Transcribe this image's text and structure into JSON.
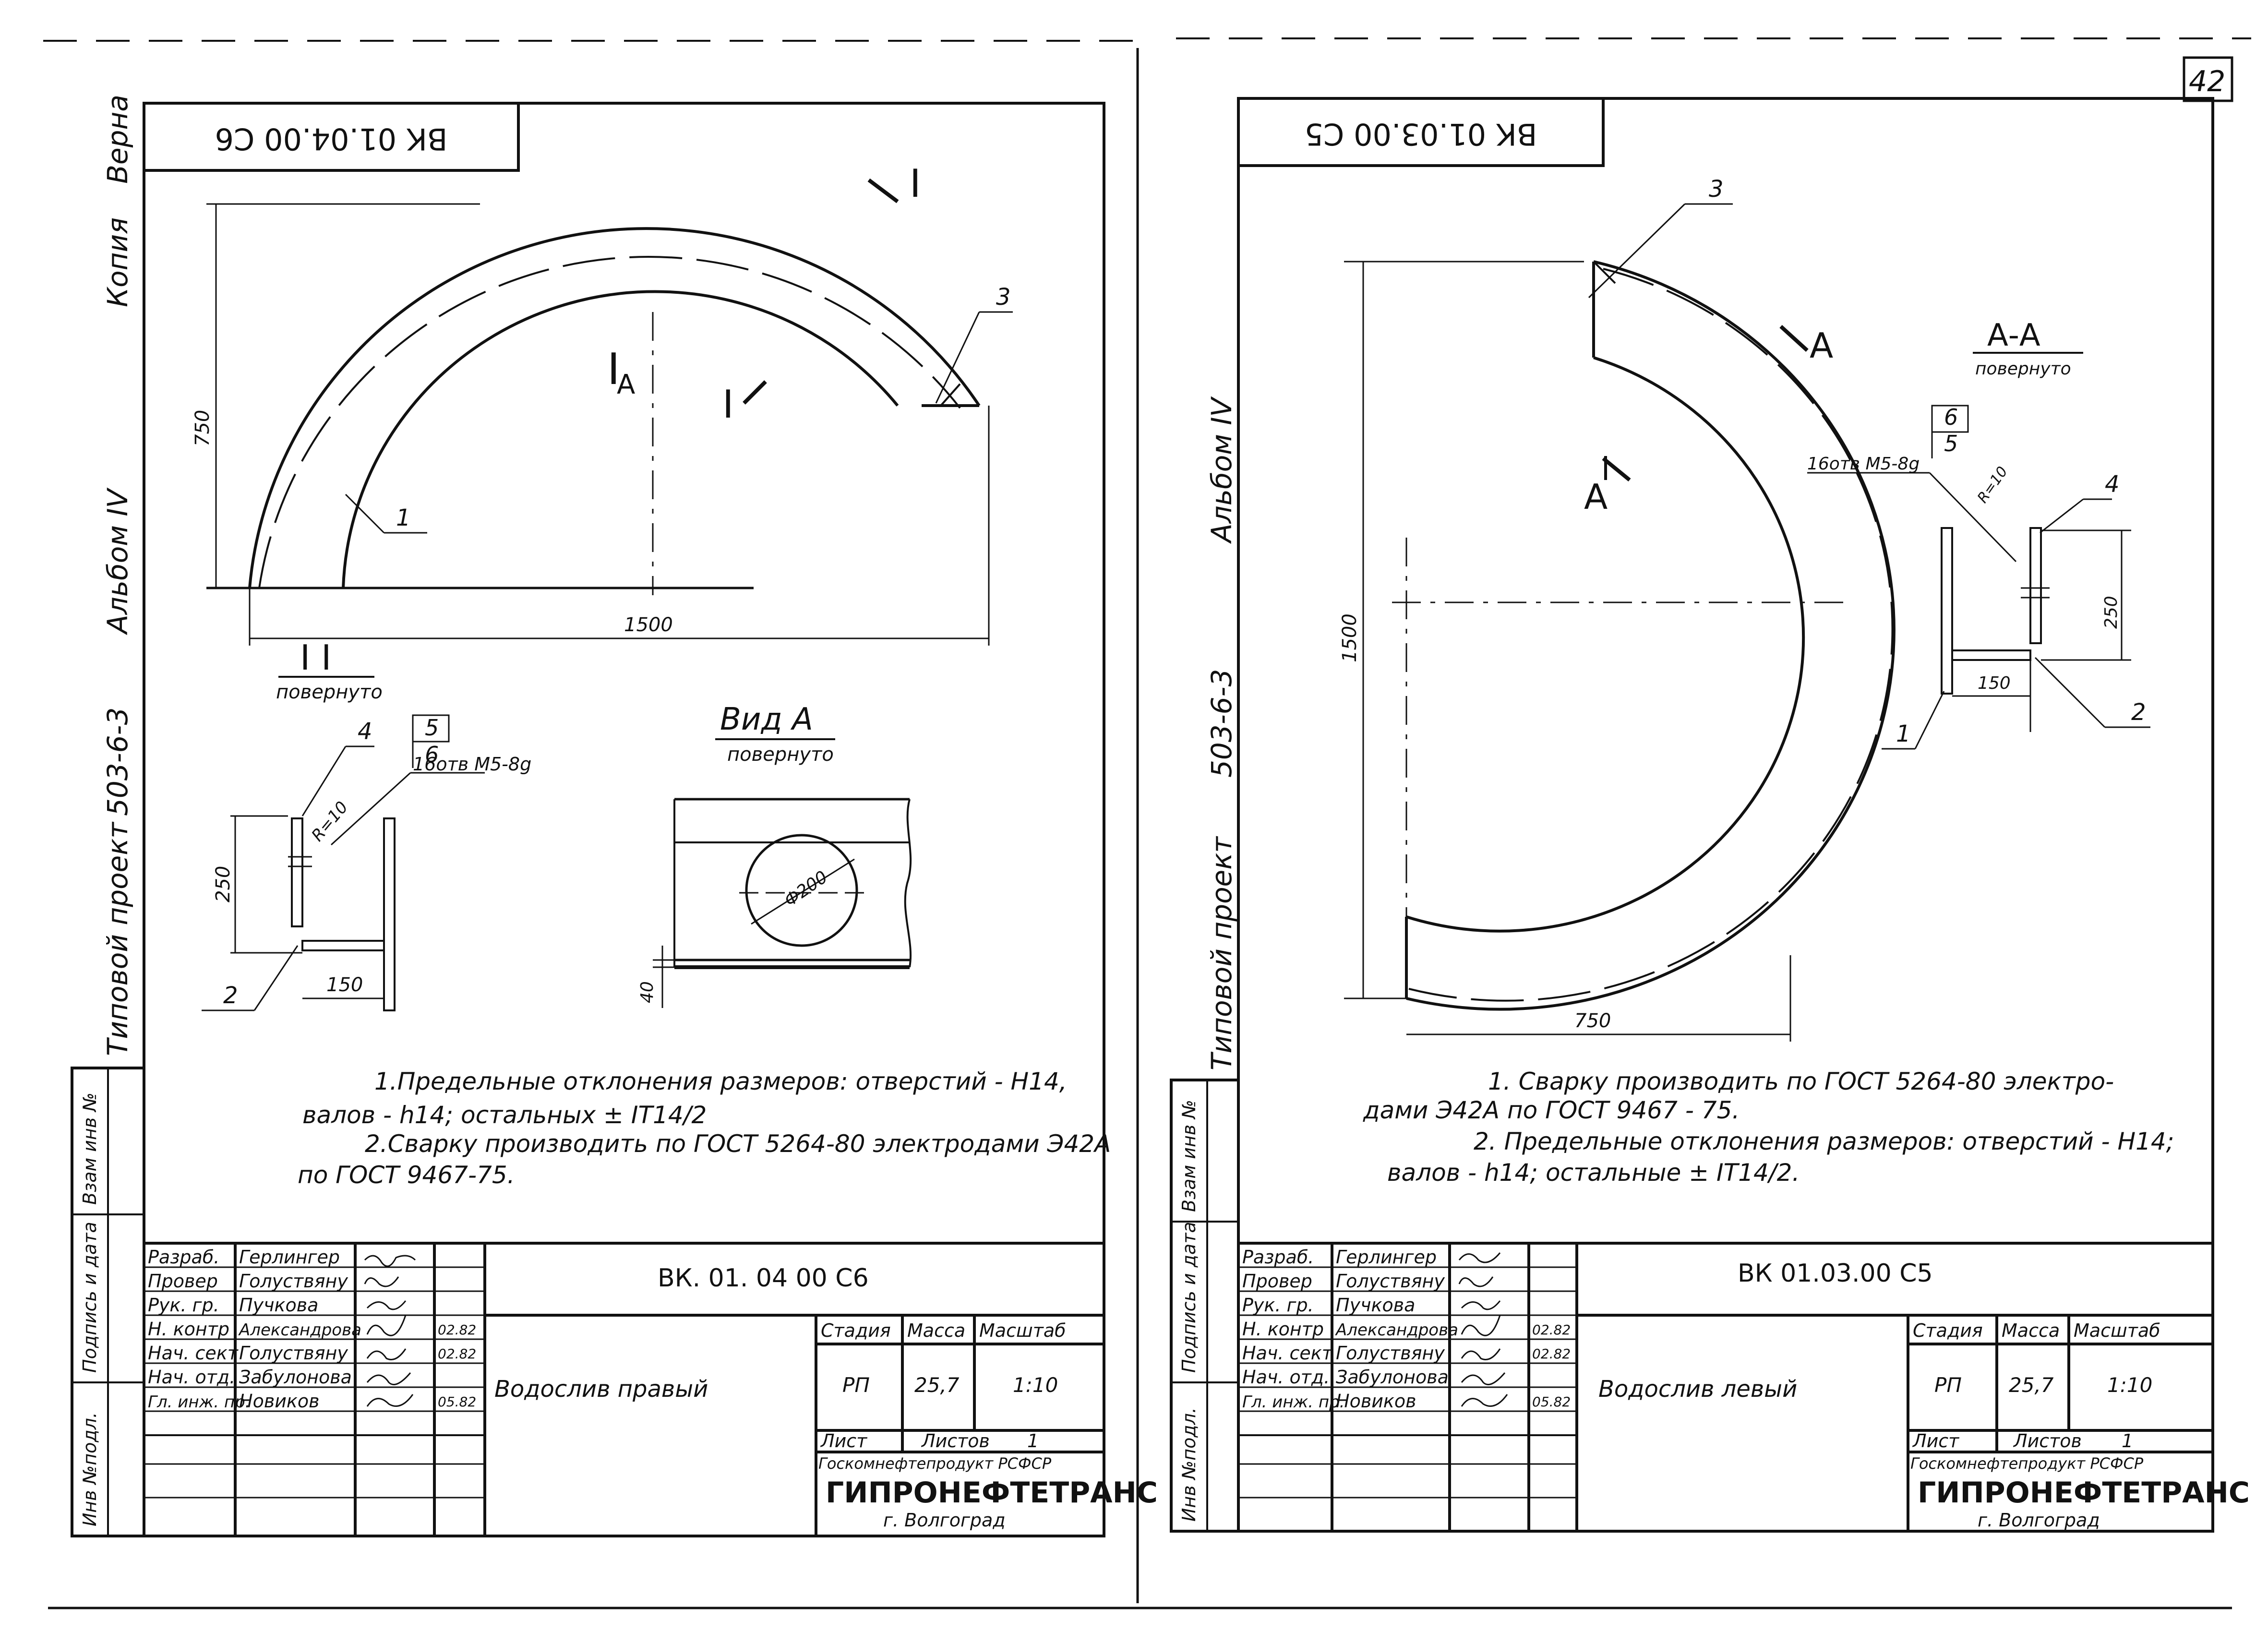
{
  "page_number": "42",
  "right_sheet_code": "ВК 01.03.00 С5",
  "left_sheet_code": "ВК 01.04.00 С6",
  "left_sheet_code_tb": "ВК. 01. 04 00 С6",
  "margin_left": {
    "kopia": "Копия",
    "verna": "Верна",
    "album": "Альбом  IV",
    "project": "503-6-3",
    "tipovoy": "Типовой проект"
  },
  "margin_right": {
    "album": "Альбом  IV",
    "project": "503-6-3",
    "tipovoy": "Типовой проект"
  },
  "stamp_columns": [
    "Инв №подл.",
    "Подпись и дата",
    "Взам инв №"
  ],
  "left": {
    "dims": {
      "height": "750",
      "width": "1500",
      "h250": "250",
      "w150": "150",
      "h40": "40",
      "dia": "Ф200"
    },
    "section_marks": {
      "I": "I",
      "A": "А"
    },
    "callouts": {
      "c1": "1",
      "c2": "2",
      "c3": "3",
      "c4": "4",
      "c5": "5",
      "c6": "6"
    },
    "section_title": "I  I",
    "section_sub": "повернуто",
    "weld_note": "16отв М5-8g",
    "radius": "R=10",
    "view_title": "Вид  А",
    "view_sub": "повернуто",
    "notes": [
      "1.Предельные  отклонения   размеров:  отверстий - Н14,",
      "валов - h14;  остальных  ± IT14/2",
      "2.Сварку  производить по ГОСТ 5264-80 электродами Э42А",
      "по   ГОСТ   9467-75."
    ]
  },
  "right": {
    "dims": {
      "height": "1500",
      "width": "750",
      "h250": "250",
      "w150": "150"
    },
    "section_mark": "А",
    "callouts": {
      "c1": "1",
      "c2": "2",
      "c3": "3",
      "c4": "4",
      "c5": "5",
      "c6": "6"
    },
    "section_title": "А-А",
    "section_sub": "повернуто",
    "weld_note": "16отв М5-8g",
    "radius": "R=10",
    "notes": [
      "1. Сварку  производить  по  ГОСТ  5264-80  электро-",
      "дами  Э42А   по  ГОСТ     9467 - 75.",
      "2. Предельные  отклонения   размеров:  отверстий - Н14;",
      "валов - h14;  остальные  ± IT14/2."
    ]
  },
  "title_block": {
    "roles": [
      "Разраб.",
      "Провер",
      "Рук. гр.",
      "Н. контр",
      "Нач. сект",
      "Нач. отд.",
      "Гл. инж. пр."
    ],
    "names": [
      "Герлингер",
      "Голуствяну",
      "Пучкова",
      "Александрова",
      "Голуствяну",
      "Забулонова",
      "Новиков"
    ],
    "dates": [
      "02.82",
      "02.82",
      "",
      "05.82"
    ],
    "headers": {
      "stage": "Стадия",
      "mass": "Масса",
      "scale": "Масштаб"
    },
    "stage": "РП",
    "scale": "1:10",
    "sheet": "Лист",
    "sheets": "Листов",
    "sheets_count": "1",
    "org1": "Госкомнефтепродукт РСФСР",
    "org2": "ГИПРОНЕФТЕТРАНС",
    "city": "г. Волгоград",
    "left": {
      "title": "Водослив   правый",
      "mass": "25,7"
    },
    "right": {
      "title": "Водослив  левый",
      "mass": "25,7"
    }
  }
}
